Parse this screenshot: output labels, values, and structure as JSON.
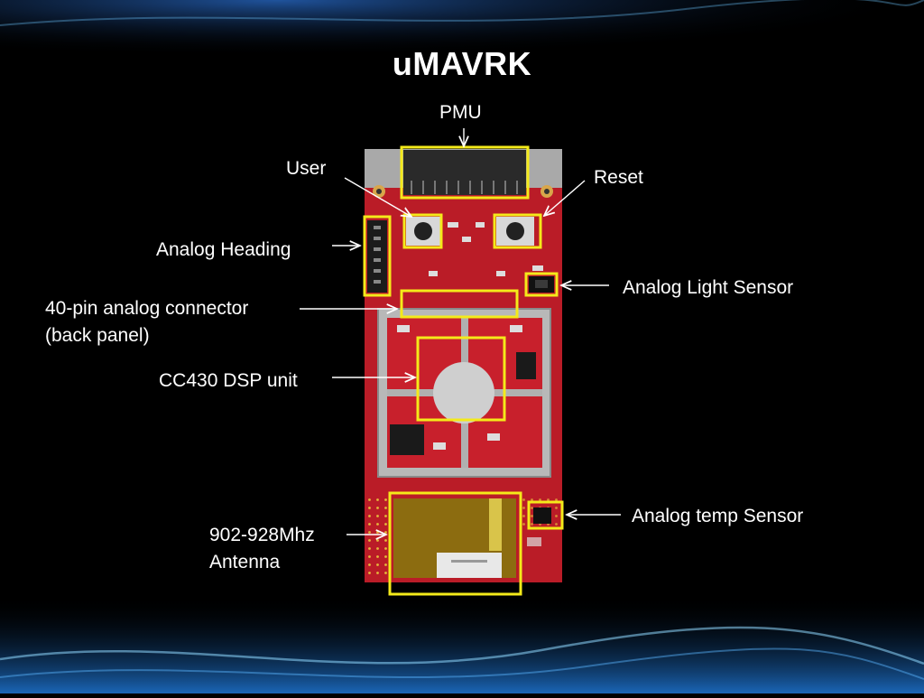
{
  "title": "uMAVRK",
  "labels": {
    "pmu": "PMU",
    "user": "User",
    "reset": "Reset",
    "analog_heading": "Analog Heading",
    "light_sensor": "Analog Light Sensor",
    "connector_line1": "40-pin analog connector",
    "connector_line2": "(back panel)",
    "dsp": "CC430 DSP unit",
    "temp_sensor": "Analog temp Sensor",
    "antenna_line1": "902-928Mhz",
    "antenna_line2": "Antenna"
  },
  "colors": {
    "highlight": "#f4ea1a",
    "board": "#c8202c",
    "label": "#ffffff",
    "accent": "#2fa9ff"
  }
}
